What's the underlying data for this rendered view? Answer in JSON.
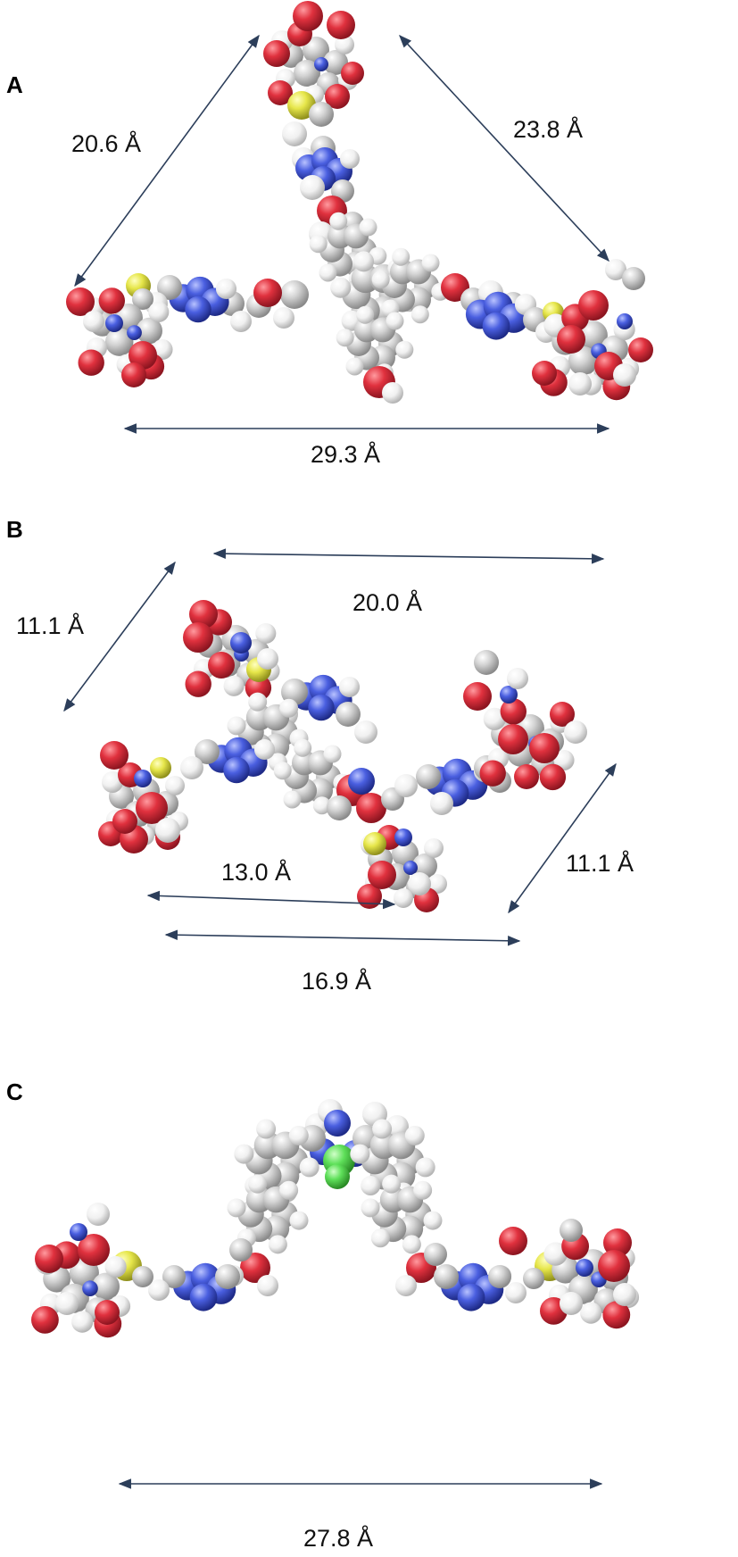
{
  "panels": [
    {
      "letter": "A",
      "labels": [
        "20.6 Å",
        "23.8 Å",
        "29.3 Å"
      ]
    },
    {
      "letter": "B",
      "labels": [
        "20.0 Å",
        "11.1 Å",
        "11.1 Å",
        "13.0 Å",
        "16.9 Å"
      ]
    },
    {
      "letter": "C",
      "labels": [
        "27.8 Å"
      ]
    }
  ],
  "atom_colors": {
    "carbon": "#c8c8c8",
    "hydrogen": "#f2f2f2",
    "oxygen": "#d8323f",
    "nitrogen": "#4a5fe0",
    "sulfur": "#e6e64a",
    "chlorine": "#5fe05a"
  },
  "arrow_color": "#2c3e5a"
}
